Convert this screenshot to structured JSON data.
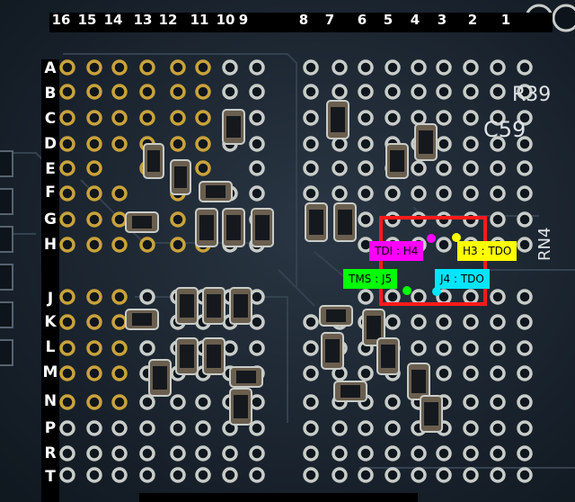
{
  "column_labels": [
    "16",
    "15",
    "14",
    "13",
    "12",
    "11",
    "10",
    "9",
    "8",
    "7",
    "6",
    "5",
    "4",
    "3",
    "2",
    "1"
  ],
  "row_labels": [
    "A",
    "B",
    "C",
    "D",
    "E",
    "F",
    "G",
    "H",
    "J",
    "K",
    "L",
    "M",
    "N",
    "P",
    "R",
    "T"
  ],
  "silkscreen": [
    "R39",
    "C59",
    "RN4"
  ],
  "pin_tags": [
    {
      "text": "TDI : H4",
      "color": "#ff00ff"
    },
    {
      "text": "H3 : TDO",
      "color": "#ffff00"
    },
    {
      "text": "TMS : J5",
      "color": "#00ff00"
    },
    {
      "text": "J4 : TDO",
      "color": "#00e5ff"
    }
  ],
  "colors": {
    "board": "#1b2632",
    "pad_gold": "#c9a23a",
    "pad_silver": "#c8ccc8",
    "highlight_box": "#ff1a1a"
  }
}
